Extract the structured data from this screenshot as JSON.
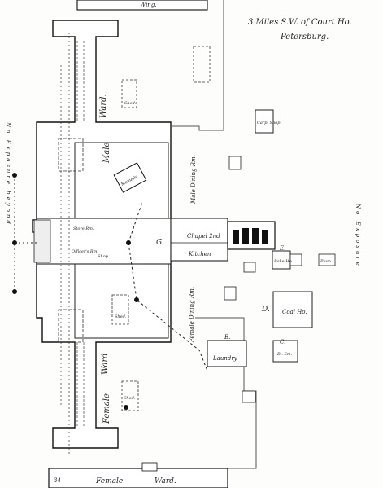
{
  "map": {
    "header": {
      "line1": "3 Miles S.W. of Court Ho.",
      "line2": "Petersburg."
    },
    "side_notes": {
      "left": "No Exposure beyond",
      "right": "No Exposure"
    },
    "labels": {
      "top_wing": "Wing.",
      "shed_top": "Shed.",
      "male_ward": "Ward.",
      "male_wing": "Male",
      "manuals": "Manuals",
      "male_dining": "Male Dining Rm.",
      "chapel": "Chapel 2nd",
      "kitchen": "Kitchen",
      "store_rm": "Store Rm.",
      "officers_rm": "Officer's Rm.",
      "shop": "Shop",
      "shed_mid": "Shed.",
      "female_dining": "Female Dining Rm.",
      "laundry": "Laundry",
      "coal_ho": "Coal Ho.",
      "bl_sm": "Bl. Sm.",
      "bake_ho": "Bake Ho.",
      "plum": "Plum.",
      "carp_shop": "Carp. Shop",
      "female_ward_mid": "Ward",
      "female_mid": "Female",
      "shed_low": "Shed.",
      "female_bottom": "Female",
      "ward_bottom": "Ward.",
      "sheet_num": "34",
      "letter_d": "D.",
      "letter_g": "G.",
      "letter_e": "E.",
      "letter_b": "B.",
      "letter_c": "C."
    }
  }
}
